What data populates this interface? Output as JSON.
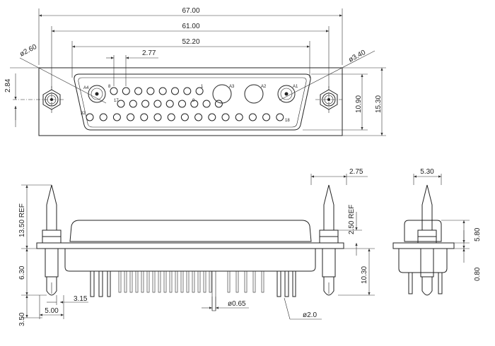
{
  "title": "",
  "front_view": {
    "dims": {
      "overall_width": "67.00",
      "mount_spacing": "61.00",
      "shell_width": "52.20",
      "pin_pitch": "2.77",
      "coax_hole": "ø2.60",
      "mount_hole": "ø3.40",
      "flange_offset": "2.84",
      "shell_height": "10.90",
      "flange_height": "15.30"
    },
    "pin_labels": {
      "a4": "A4",
      "a3": "A3",
      "a2": "A2",
      "a1": "A1",
      "p8": "8",
      "p1": "1",
      "p17": "17",
      "p9": "9",
      "p32": "32",
      "p18": "18"
    }
  },
  "side_view": {
    "dims": {
      "pin_length": "13.50 REF",
      "flange_to_board": "6.30",
      "tail_length": "3.50",
      "tail_spacing": "5.00",
      "tail_offset": "3.15",
      "pin_diameter": "ø0.65",
      "post_diameter": "ø2.0",
      "post_width": "2.75",
      "post_height": "2.50 REF",
      "body_height": "10.30"
    }
  },
  "end_view": {
    "dims": {
      "width": "5.30",
      "height": "5.80",
      "standoff": "0.80"
    }
  }
}
